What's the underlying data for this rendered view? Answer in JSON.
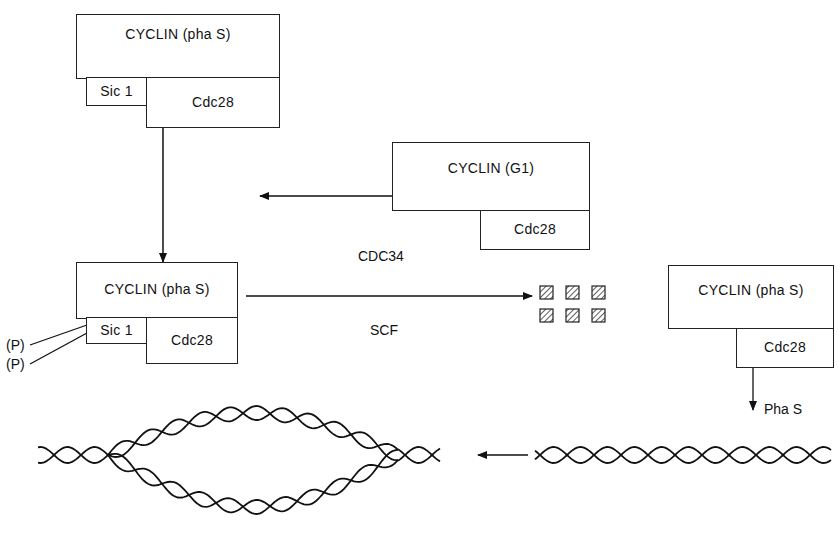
{
  "diagram": {
    "nodes": [
      {
        "text": [
          "CYCLIN (pha S)"
        ]
      },
      {
        "text": [
          "Sic 1"
        ]
      },
      {
        "text": [
          "Cdc28"
        ]
      },
      {
        "text": [
          "CYCLIN (G1)"
        ]
      },
      {
        "text": [
          "Cdc28"
        ]
      },
      {
        "text": [
          "CYCLIN (pha S)"
        ]
      },
      {
        "text": [
          "Sic 1"
        ]
      },
      {
        "text": [
          "Cdc28"
        ]
      },
      {
        "text": [
          "CYCLIN (pha S)"
        ]
      },
      {
        "text": [
          "Cdc28"
        ]
      }
    ],
    "edges": [
      {
        "from": 2,
        "to": 5,
        "arrow": "to"
      }
    ],
    "labels": [
      "(P)",
      "(P)",
      "CDC34",
      "SCF",
      "Pha S"
    ]
  }
}
